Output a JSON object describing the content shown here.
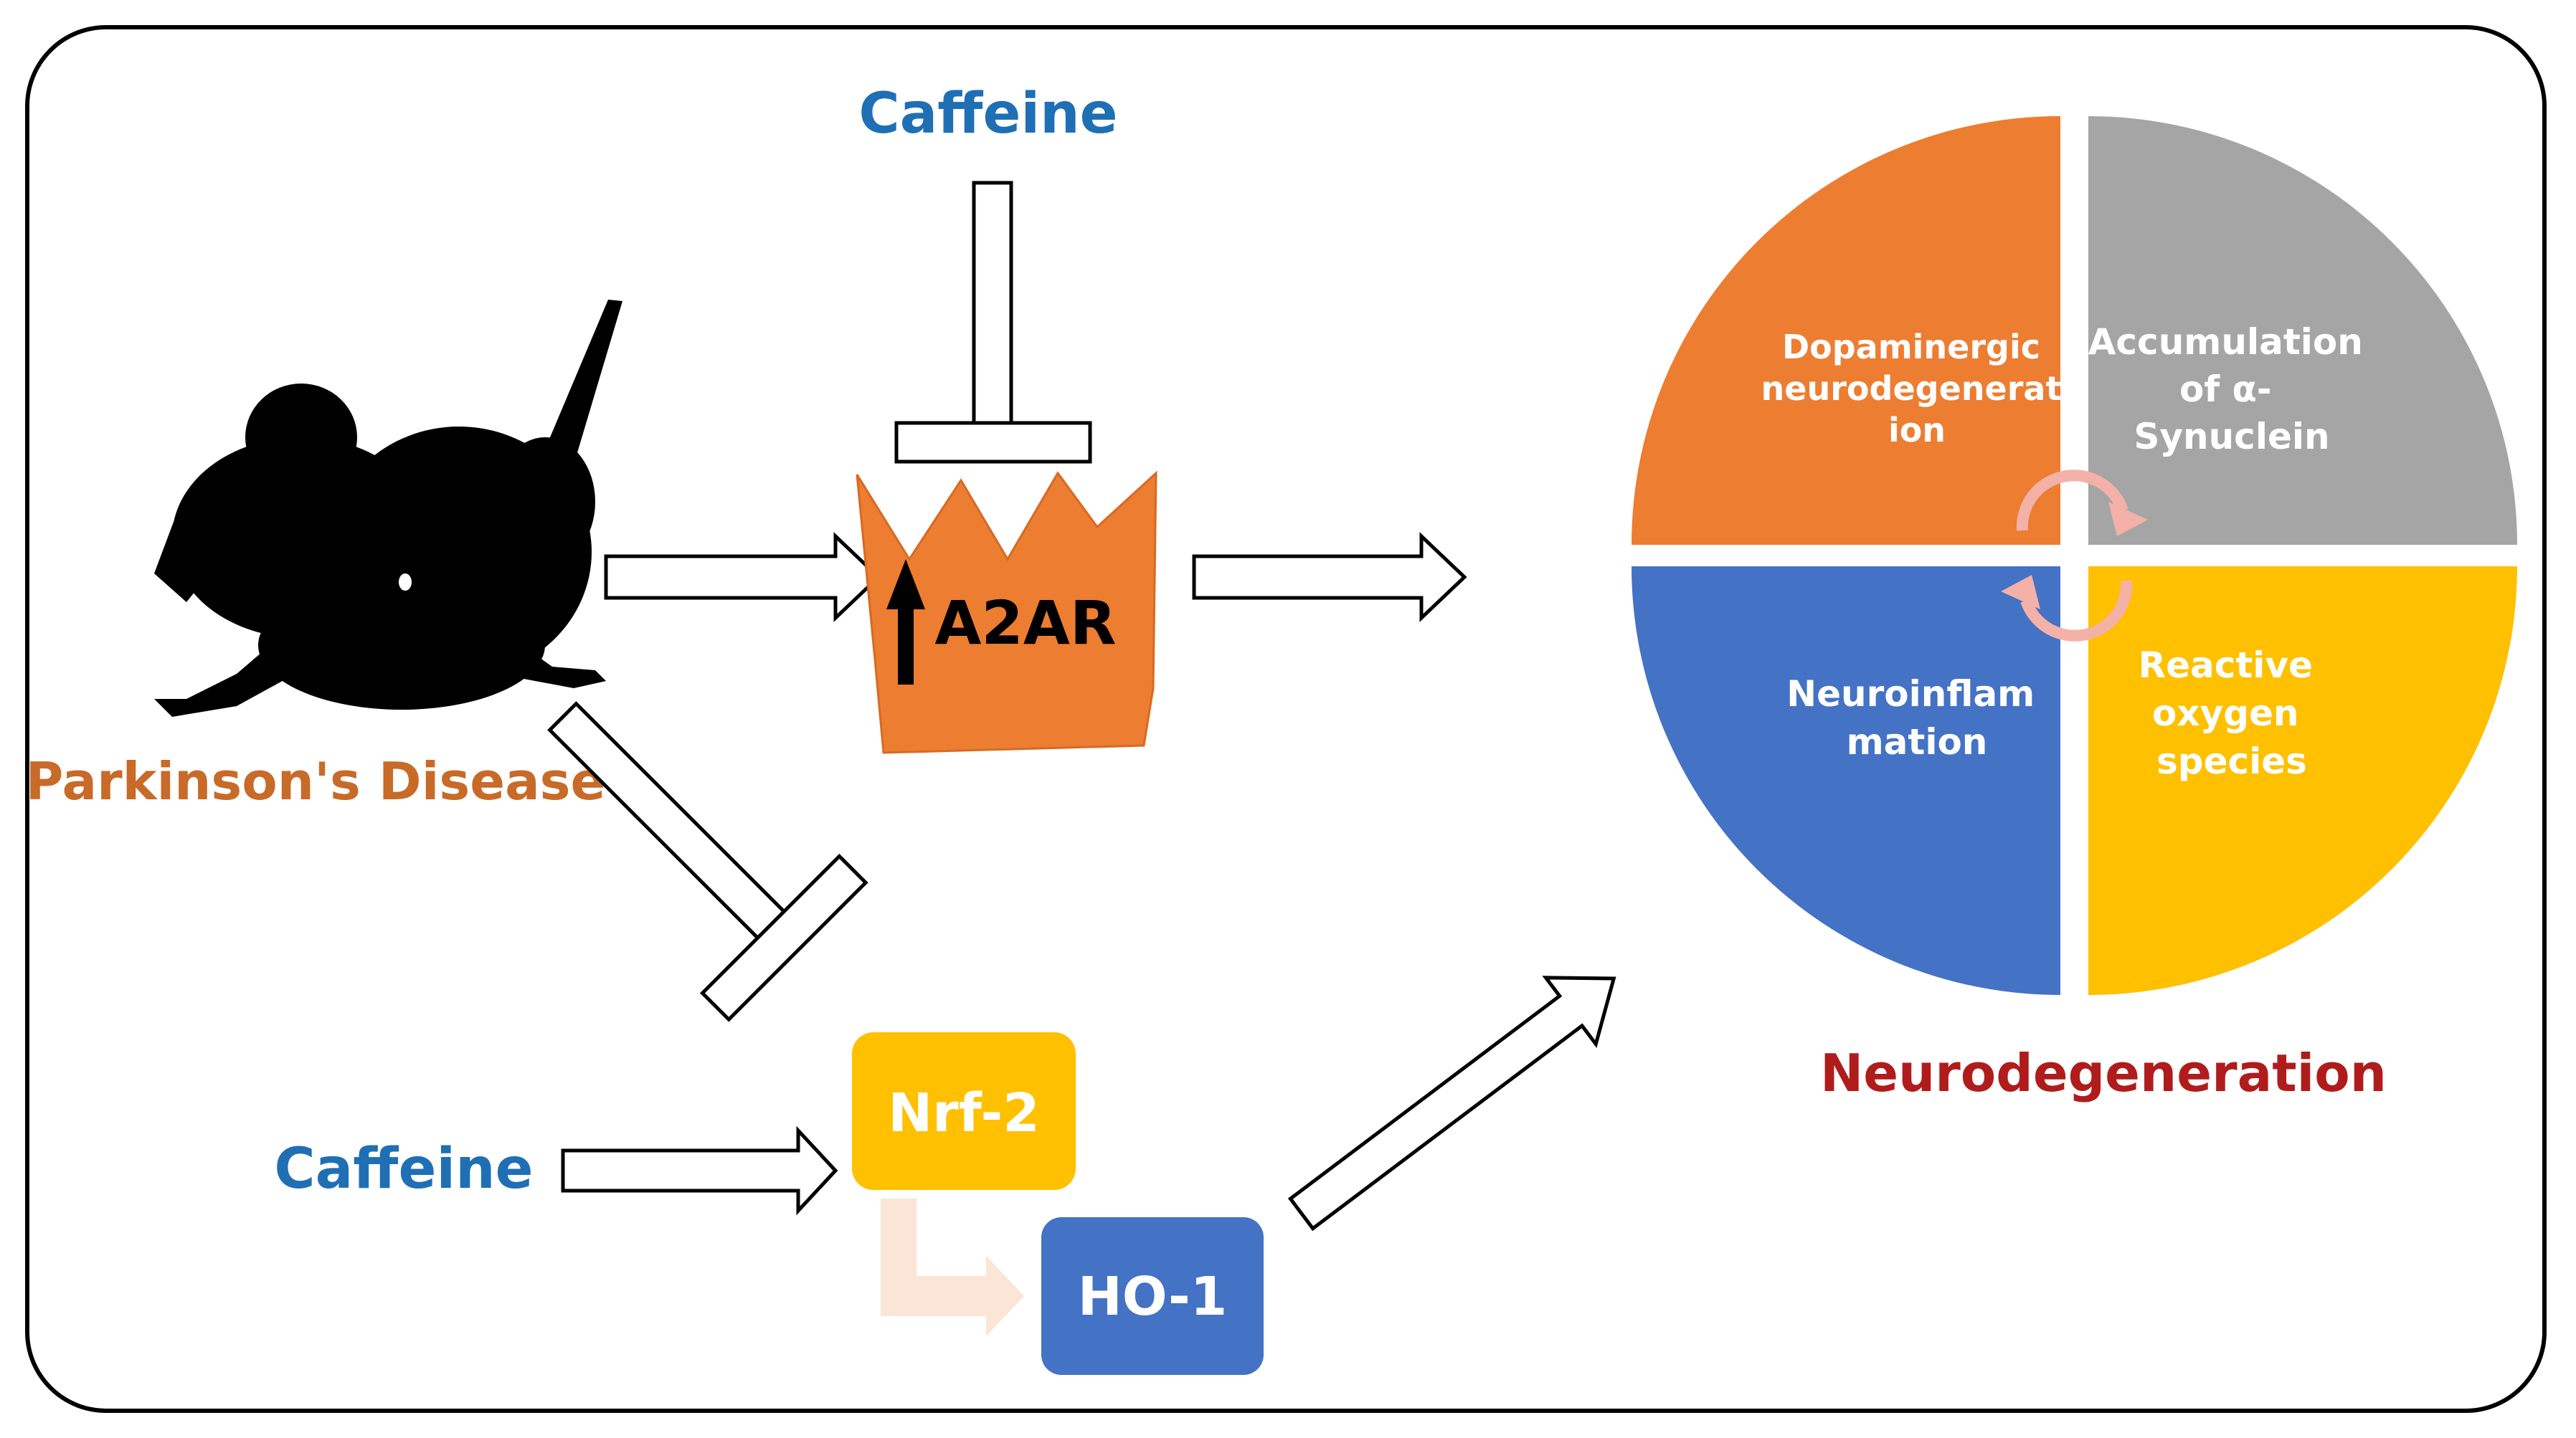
{
  "labels": {
    "caffeine_top": "Caffeine",
    "caffeine_bottom": "Caffeine",
    "parkinsons": "Parkinson's Disease",
    "a2ar": "A2AR",
    "nrf2": "Nrf-2",
    "ho1": "HO-1",
    "neurodegeneration": "Neurodegeneration"
  },
  "quadrants": {
    "dopaminergic": [
      "Dopaminergic",
      "neurodegenerat",
      "ion"
    ],
    "synuclein": [
      "Accumulation",
      "of α-",
      "Synuclein"
    ],
    "neuroinflammation": [
      "Neuroinflam",
      "mation"
    ],
    "ros": [
      "Reactive",
      "oxygen",
      "species"
    ]
  },
  "colors": {
    "caffeine": "#1F6FB5",
    "parkinsons": "#C86A28",
    "neurodegeneration": "#B01C1C",
    "a2ar_fill": "#ED7D31",
    "dopaminergic": "#ED7D31",
    "synuclein": "#A5A5A5",
    "neuroinflammation": "#4472C4",
    "ros": "#FFC000",
    "nrf2": "#FFC000",
    "ho1": "#4472C4",
    "connector": "#FBE5D6"
  }
}
